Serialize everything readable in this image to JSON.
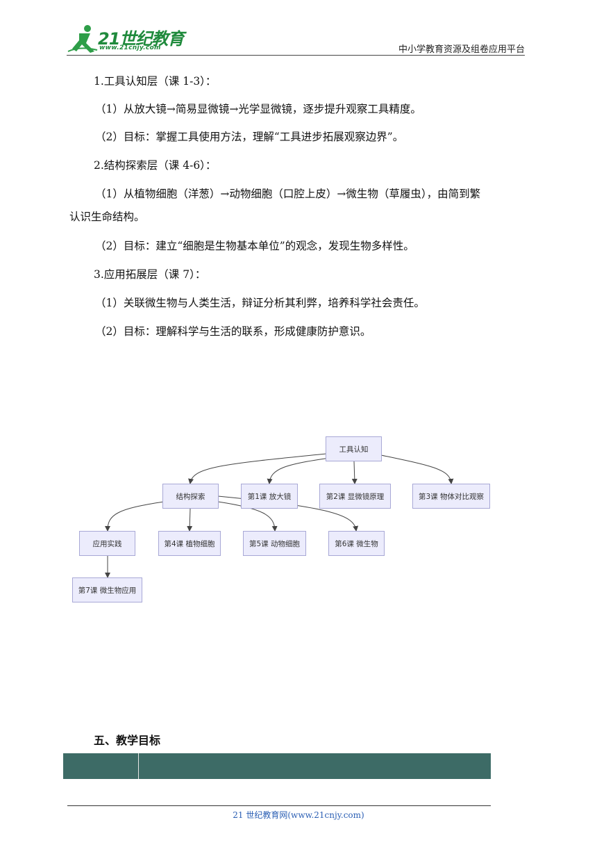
{
  "header": {
    "logo_text": "21世纪教育",
    "logo_url": "www.21cnjy.com",
    "platform": "中小学教育资源及组卷应用平台"
  },
  "content": {
    "p1": "1.工具认知层（课 1-3）：",
    "p2": "（1）从放大镜→简易显微镜→光学显微镜，逐步提升观察工具精度。",
    "p3": "（2）目标：掌握工具使用方法，理解“工具进步拓展观察边界”。",
    "p4": "2.结构探索层（课 4-6）：",
    "p5a": "（1）从植物细胞（洋葱）→动物细胞（口腔上皮）→微生物（草履虫），由简到繁",
    "p5b": "认识生命结构。",
    "p6": "（2）目标：建立“细胞是生物基本单位”的观念，发现生物多样性。",
    "p7": "3.应用拓展层（课 7）：",
    "p8": "（1）关联微生物与人类生活，辩证分析其利弊，培养科学社会责任。",
    "p9": "（2）目标：理解科学与生活的联系，形成健康防护意识。"
  },
  "diagram": {
    "nodes": {
      "tool": "工具认知",
      "structure": "结构探索",
      "lesson1": "第1课 放大镜",
      "lesson2": "第2课 显微镜原理",
      "lesson3": "第3课 物体对比观察",
      "apply": "应用实践",
      "lesson4": "第4课 植物细胞",
      "lesson5": "第5课 动物细胞",
      "lesson6": "第6课 微生物",
      "lesson7": "第7课 微生物应用"
    },
    "colors": {
      "node_fill": "#ececfc",
      "node_border": "#a8a8d6",
      "edge": "#444444"
    }
  },
  "section": {
    "title": "五、教学目标"
  },
  "table": {
    "header_color": "#3d6b66"
  },
  "footer": {
    "text": "21 世纪教育网(www.21cnjy.com)"
  }
}
